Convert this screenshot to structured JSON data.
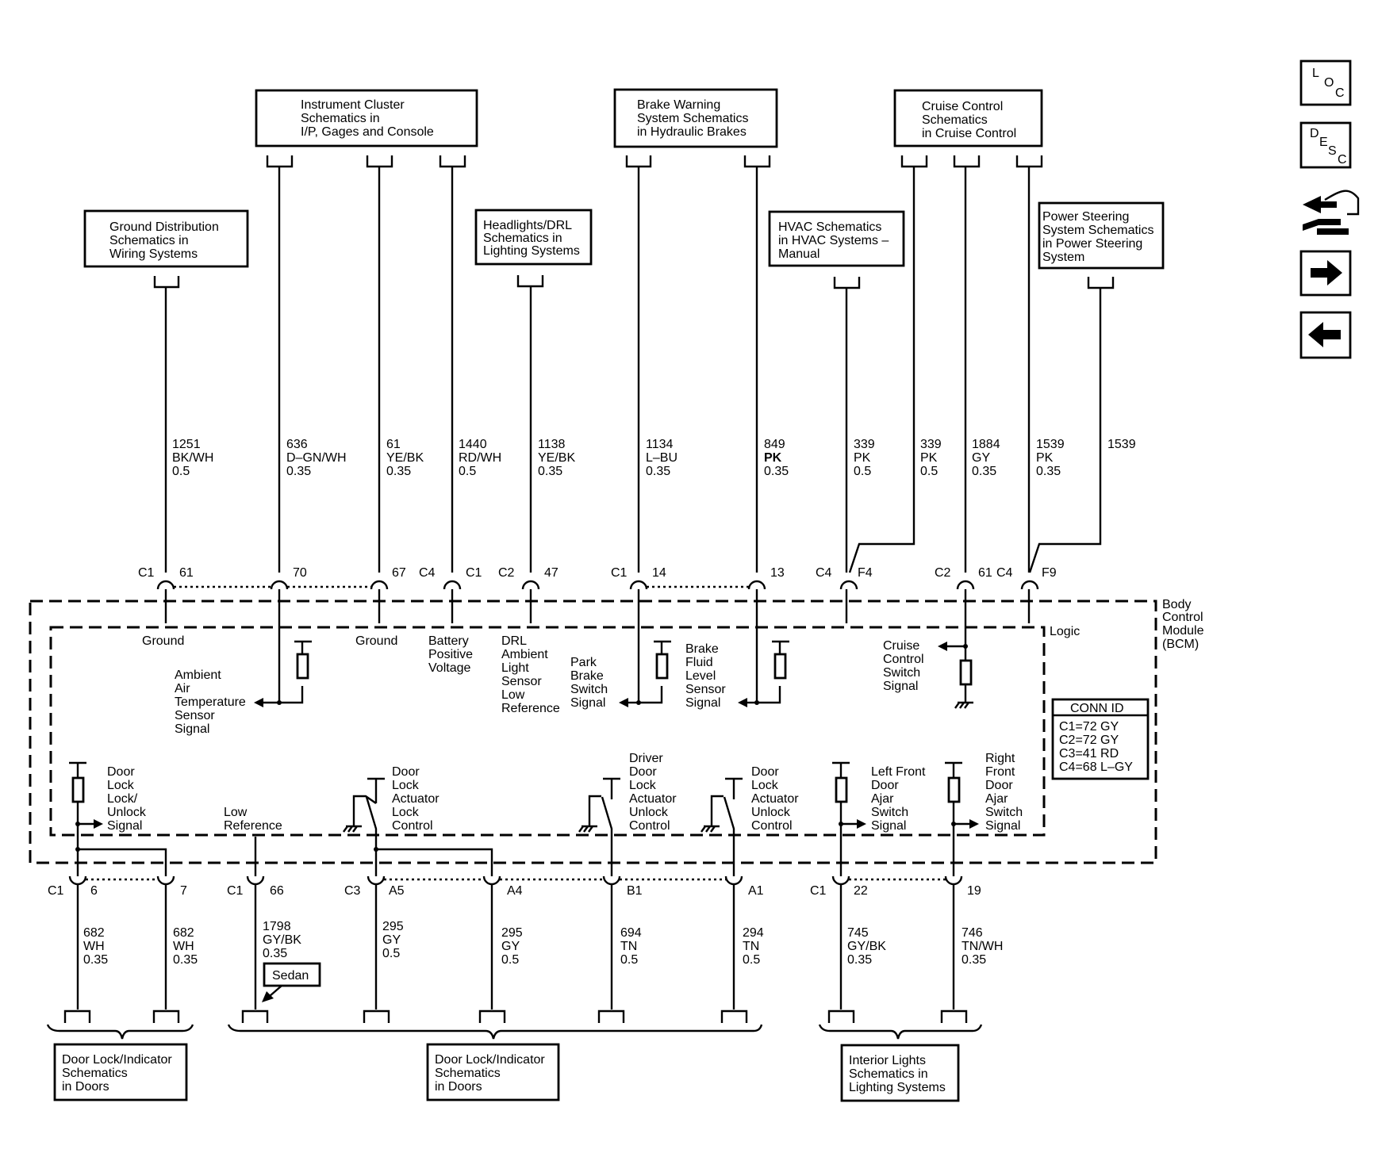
{
  "nav": {
    "loc": [
      "L",
      "O",
      "C"
    ],
    "desc": [
      "D",
      "E",
      "S",
      "C"
    ]
  },
  "modules": {
    "instrument_cluster": [
      "Instrument Cluster",
      "Schematics in",
      "I/P, Gages and Console"
    ],
    "brake_warning": [
      "Brake Warning",
      "System Schematics",
      "in Hydraulic Brakes"
    ],
    "cruise_control": [
      "Cruise Control",
      "Schematics",
      "in Cruise Control"
    ],
    "ground_distribution": [
      "Ground Distribution",
      "Schematics in",
      "Wiring Systems"
    ],
    "headlights": [
      "Headlights/DRL",
      "Schematics in",
      "Lighting Systems"
    ],
    "hvac": [
      "HVAC Schematics",
      "in HVAC Systems –",
      "Manual"
    ],
    "power_steering": [
      "Power Steering",
      "System Schematics",
      "in Power Steering",
      "System"
    ],
    "door_lock_left": [
      "Door Lock/Indicator",
      "Schematics",
      "in Doors"
    ],
    "door_lock_mid": [
      "Door Lock/Indicator",
      "Schematics",
      "in Doors"
    ],
    "interior_lights": [
      "Interior Lights",
      "Schematics in",
      "Lighting Systems"
    ]
  },
  "top_wires": [
    [
      "1251",
      "BK/WH",
      "0.5"
    ],
    [
      "636",
      "D–GN/WH",
      "0.35"
    ],
    [
      "61",
      "YE/BK",
      "0.35"
    ],
    [
      "1440",
      "RD/WH",
      "0.5"
    ],
    [
      "1138",
      "YE/BK",
      "0.35"
    ],
    [
      "1134",
      "L–BU",
      "0.35"
    ],
    [
      "849",
      "PK",
      "0.35"
    ],
    [
      "339",
      "PK",
      "0.5"
    ],
    [
      "339",
      "PK",
      "0.5"
    ],
    [
      "1884",
      "GY",
      "0.35"
    ],
    [
      "1539",
      "PK",
      "0.35"
    ],
    [
      "1539"
    ]
  ],
  "top_connectors": {
    "c1_61": [
      "C1",
      "61"
    ],
    "p70": "70",
    "p67": "67",
    "c4_c1": [
      "C4",
      "C1"
    ],
    "c2_47": [
      "C2",
      "47"
    ],
    "c1_14": [
      "C1",
      "14"
    ],
    "p13": "13",
    "c4_f4": [
      "C4",
      "F4"
    ],
    "c2_61_c4": [
      "C2",
      "61",
      "C4"
    ],
    "f9": "F9"
  },
  "bcm": {
    "name": [
      "Body",
      "Control",
      "Module",
      "(BCM)"
    ],
    "logic": "Logic",
    "conn_id": {
      "title": "CONN ID",
      "rows": [
        "C1=72 GY",
        "C2=72 GY",
        "C3=41 RD",
        "C4=68 L–GY"
      ]
    }
  },
  "internal_labels": {
    "ground1": "Ground",
    "ambient": [
      "Ambient",
      "Air",
      "Temperature",
      "Sensor",
      "Signal"
    ],
    "ground2": "Ground",
    "battery": [
      "Battery",
      "Positive",
      "Voltage"
    ],
    "drl": [
      "DRL",
      "Ambient",
      "Light",
      "Sensor",
      "Low",
      "Reference"
    ],
    "park_brake": [
      "Park",
      "Brake",
      "Switch",
      "Signal"
    ],
    "brake_fluid": [
      "Brake",
      "Fluid",
      "Level",
      "Sensor",
      "Signal"
    ],
    "cruise_switch": [
      "Cruise",
      "Control",
      "Switch",
      "Signal"
    ],
    "door_lock_unlock": [
      "Door",
      "Lock",
      "Lock/",
      "Unlock",
      "Signal"
    ],
    "low_reference": [
      "Low",
      "Reference"
    ],
    "door_lock_actuator_lock": [
      "Door",
      "Lock",
      "Actuator",
      "Lock",
      "Control"
    ],
    "driver_door_unlock": [
      "Driver",
      "Door",
      "Lock",
      "Actuator",
      "Unlock",
      "Control"
    ],
    "door_lock_actuator_unlock": [
      "Door",
      "Lock",
      "Actuator",
      "Unlock",
      "Control"
    ],
    "lf_door_ajar": [
      "Left Front",
      "Door",
      "Ajar",
      "Switch",
      "Signal"
    ],
    "rf_door_ajar": [
      "Right",
      "Front",
      "Door",
      "Ajar",
      "Switch",
      "Signal"
    ]
  },
  "bottom_connectors": {
    "c1_6": [
      "C1",
      "6"
    ],
    "p7": "7",
    "c1_66": [
      "C1",
      "66"
    ],
    "c3_a5": [
      "C3",
      "A5"
    ],
    "a4": "A4",
    "b1": "B1",
    "a1": "A1",
    "c1_22": [
      "C1",
      "22"
    ],
    "p19": "19"
  },
  "bottom_wires": [
    [
      "682",
      "WH",
      "0.35"
    ],
    [
      "682",
      "WH",
      "0.35"
    ],
    [
      "1798",
      "GY/BK",
      "0.35"
    ],
    [
      "295",
      "GY",
      "0.5"
    ],
    [
      "295",
      "GY",
      "0.5"
    ],
    [
      "694",
      "TN",
      "0.5"
    ],
    [
      "294",
      "TN",
      "0.5"
    ],
    [
      "745",
      "GY/BK",
      "0.35"
    ],
    [
      "746",
      "TN/WH",
      "0.35"
    ]
  ],
  "sedan_tag": "Sedan"
}
